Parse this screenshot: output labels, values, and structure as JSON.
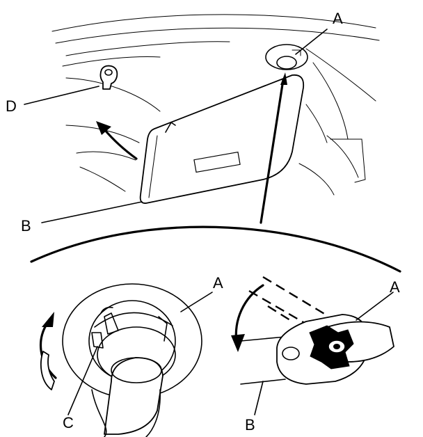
{
  "callouts": {
    "a_top": "A",
    "b_top": "B",
    "c": "C",
    "d": "D",
    "a_left_detail": "A",
    "a_right_detail": "A",
    "b_right_detail": "B"
  },
  "colors": {
    "line": "#000000",
    "background": "#ffffff"
  }
}
